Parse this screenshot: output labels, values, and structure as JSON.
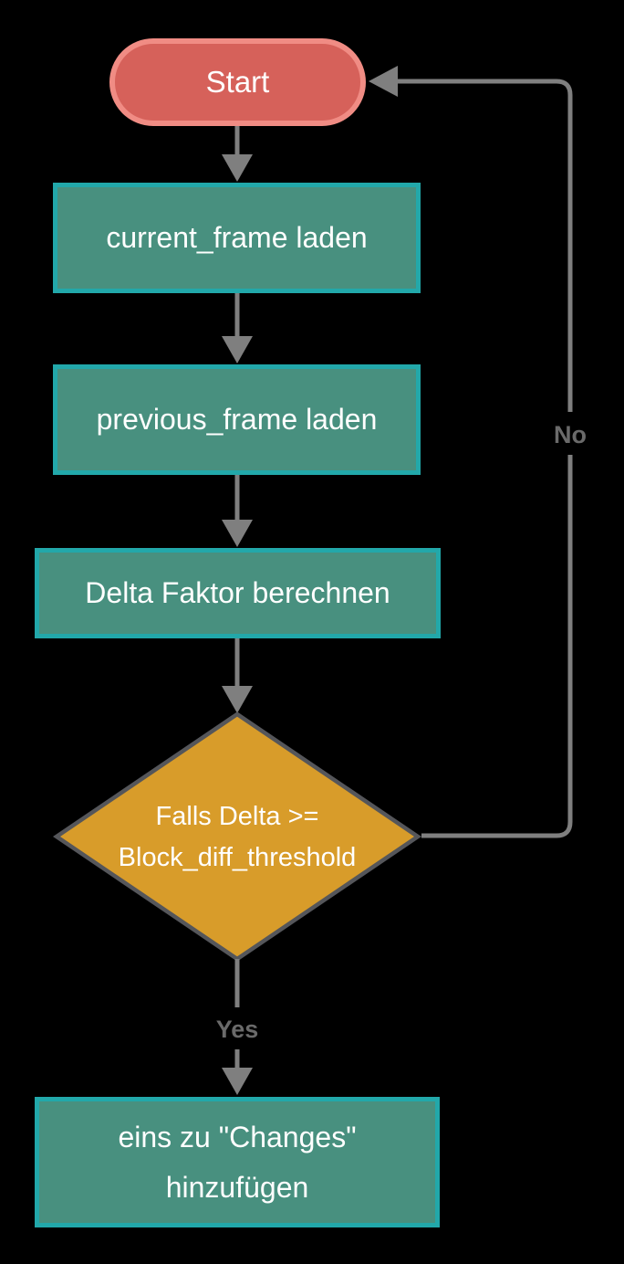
{
  "flowchart": {
    "background_color": "#000000",
    "text_color": "#FFFFFF",
    "edge_color": "#7F7F7F",
    "edge_label_color": "#6A6A6A",
    "nodes": {
      "start": {
        "shape": "stadium",
        "label": "Start",
        "fill": "#D6615A",
        "border": "#F08C84"
      },
      "load_current_frame": {
        "shape": "rect",
        "label": "current_frame laden",
        "fill": "#48907F",
        "border": "#22A8AA"
      },
      "load_previous_frame": {
        "shape": "rect",
        "label": "previous_frame laden",
        "fill": "#48907F",
        "border": "#22A8AA"
      },
      "compute_delta": {
        "shape": "rect",
        "label": "Delta Faktor berechnen",
        "fill": "#48907F",
        "border": "#22A8AA"
      },
      "decision": {
        "shape": "diamond",
        "lines": [
          "Falls Delta >=",
          "Block_diff_threshold"
        ],
        "fill": "#D89C2A",
        "border": "#55565A"
      },
      "add_to_changes": {
        "shape": "rect",
        "lines": [
          "eins zu \"Changes\"",
          "hinzufügen"
        ],
        "fill": "#48907F",
        "border": "#22A8AA"
      }
    },
    "edge_labels": {
      "yes": "Yes",
      "no": "No"
    }
  }
}
